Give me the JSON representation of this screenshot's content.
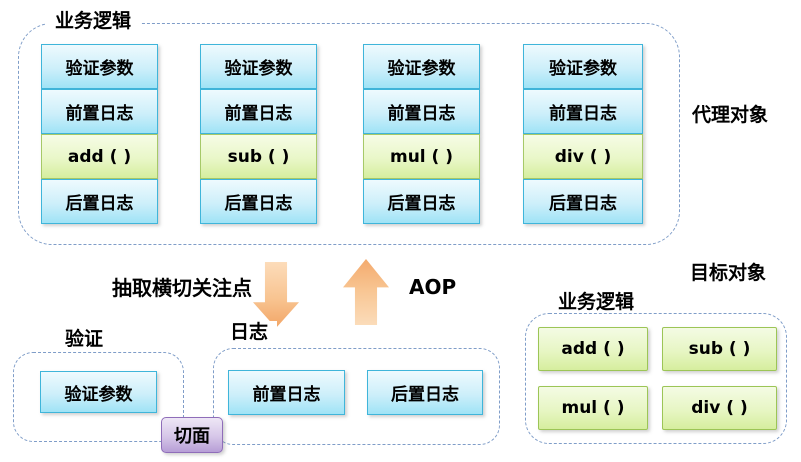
{
  "proxy": {
    "label": "业务逻辑",
    "side_label": "代理对象",
    "columns": [
      [
        "验证参数",
        "前置日志",
        "add ( )",
        "后置日志"
      ],
      [
        "验证参数",
        "前置日志",
        "sub ( )",
        "后置日志"
      ],
      [
        "验证参数",
        "前置日志",
        "mul ( )",
        "后置日志"
      ],
      [
        "验证参数",
        "前置日志",
        "div ( )",
        "后置日志"
      ]
    ]
  },
  "transform": {
    "extract_label": "抽取横切关注点",
    "aop_label": "AOP"
  },
  "aspects": {
    "validation": {
      "label": "验证",
      "items": [
        "验证参数"
      ]
    },
    "logging": {
      "label": "日志",
      "items": [
        "前置日志",
        "后置日志"
      ]
    },
    "aspect_tag": "切面"
  },
  "target": {
    "side_label": "目标对象",
    "label": "业务逻辑",
    "methods": [
      "add ( )",
      "sub ( )",
      "mul ( )",
      "div ( )"
    ]
  },
  "colors": {
    "box_blue_border": "#3fb5da",
    "box_blue_fill_top": "#eefafe",
    "box_blue_fill_bottom": "#9fe3f6",
    "box_green_border": "#9cc556",
    "box_green_fill_top": "#f4fbe4",
    "box_green_fill_bottom": "#d6ee9e",
    "aspect_purple_border": "#8f6db9",
    "aspect_purple_fill_top": "#eee7f6",
    "aspect_purple_fill_bottom": "#b79ed6",
    "arrow_orange_light": "#fcdcba",
    "arrow_orange_dark": "#f2a566",
    "dashed_border": "#7f9dc8"
  }
}
